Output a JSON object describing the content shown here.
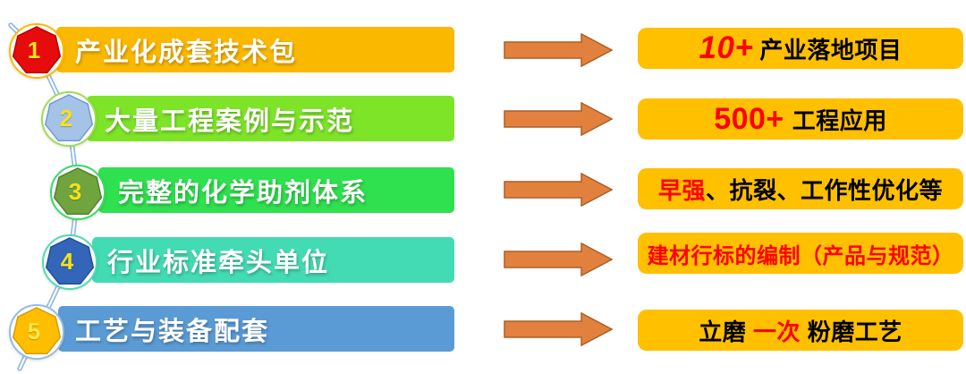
{
  "theme": {
    "background": "#ffffff",
    "connector_color": "#8FB9E2",
    "arrow_fill": "#E2813D",
    "arrow_border": "#A9602A",
    "result_box_bg": "#FFC000",
    "highlight_red": "#FE0000",
    "result_text_color": "#000000",
    "bar_text_color": "#FFFFFF"
  },
  "rows": [
    {
      "number": "1",
      "label": "产业化成套技术包",
      "bar_color": "#FBB800",
      "badge_fill": "#E80B0B",
      "badge_border": "#B80000",
      "ring_color": "#FFB900",
      "number_color": "#F9E11B",
      "result": {
        "pre": "",
        "highlight": "10+",
        "post": "产业落地项目"
      }
    },
    {
      "number": "2",
      "label": "大量工程案例与示范",
      "bar_color": "#7EE428",
      "badge_fill": "#A5C3E6",
      "badge_border": "#6F9BD2",
      "ring_color": "#9EDD55",
      "number_color": "#F9E11B",
      "result": {
        "pre": "",
        "highlight": "500+",
        "post": "工程应用"
      }
    },
    {
      "number": "3",
      "label": "完整的化学助剂体系",
      "bar_color": "#2FE04F",
      "badge_fill": "#6FA43F",
      "badge_border": "#567F2E",
      "ring_color": "#3BD96B",
      "number_color": "#F9E11B",
      "result": {
        "pre": "",
        "highlight": "早强",
        "post": "、抗裂、工作性优化等"
      }
    },
    {
      "number": "4",
      "label": "行业标准牵头单位",
      "bar_color": "#43DBB4",
      "badge_fill": "#3366B8",
      "badge_border": "#204E9B",
      "ring_color": "#4FDBB6",
      "number_color": "#F9E11B",
      "result": {
        "pre": "",
        "highlight": "建材行标的编制（产品与规范）",
        "post": ""
      }
    },
    {
      "number": "5",
      "label": "工艺与装备配套",
      "bar_color": "#5B9BD5",
      "badge_fill": "#FFBE00",
      "badge_border": "#D89C00",
      "ring_color": "#96BCE3",
      "number_color": "#FFE74D",
      "result": {
        "pre": "立磨 ",
        "highlight": "一次",
        "post": " 粉磨工艺"
      }
    }
  ]
}
